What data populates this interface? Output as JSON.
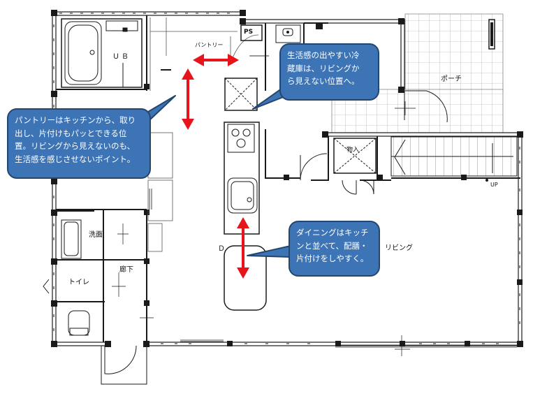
{
  "rooms": {
    "unit_bath": "ＵＢ",
    "pantry": "パントリー",
    "ps": "PS",
    "porch": "ポーチ",
    "storage": "物入",
    "up": "UP",
    "washroom": "洗面",
    "hallway": "廊下",
    "toilet": "トイレ",
    "dining": "Ｄ",
    "living": "リビング"
  },
  "callouts": {
    "fridge": "生活感の出やすい冷\n蔵庫は、リビングか\nら見えない位置へ。",
    "pantry": "パントリーはキッチンから、取り\n出し、片付けもパッとできる位\n置。リビングから見えないのも、\n生活感を感じさせないポイント。",
    "dining": "ダイニングはキッチ\nンと並べて、配膳・\n片付けをしやすく。"
  },
  "colors": {
    "callout_fill": "#3d74b6",
    "callout_border": "#23466f",
    "arrow": "#e8141b",
    "wall": "#1a1a1a"
  }
}
